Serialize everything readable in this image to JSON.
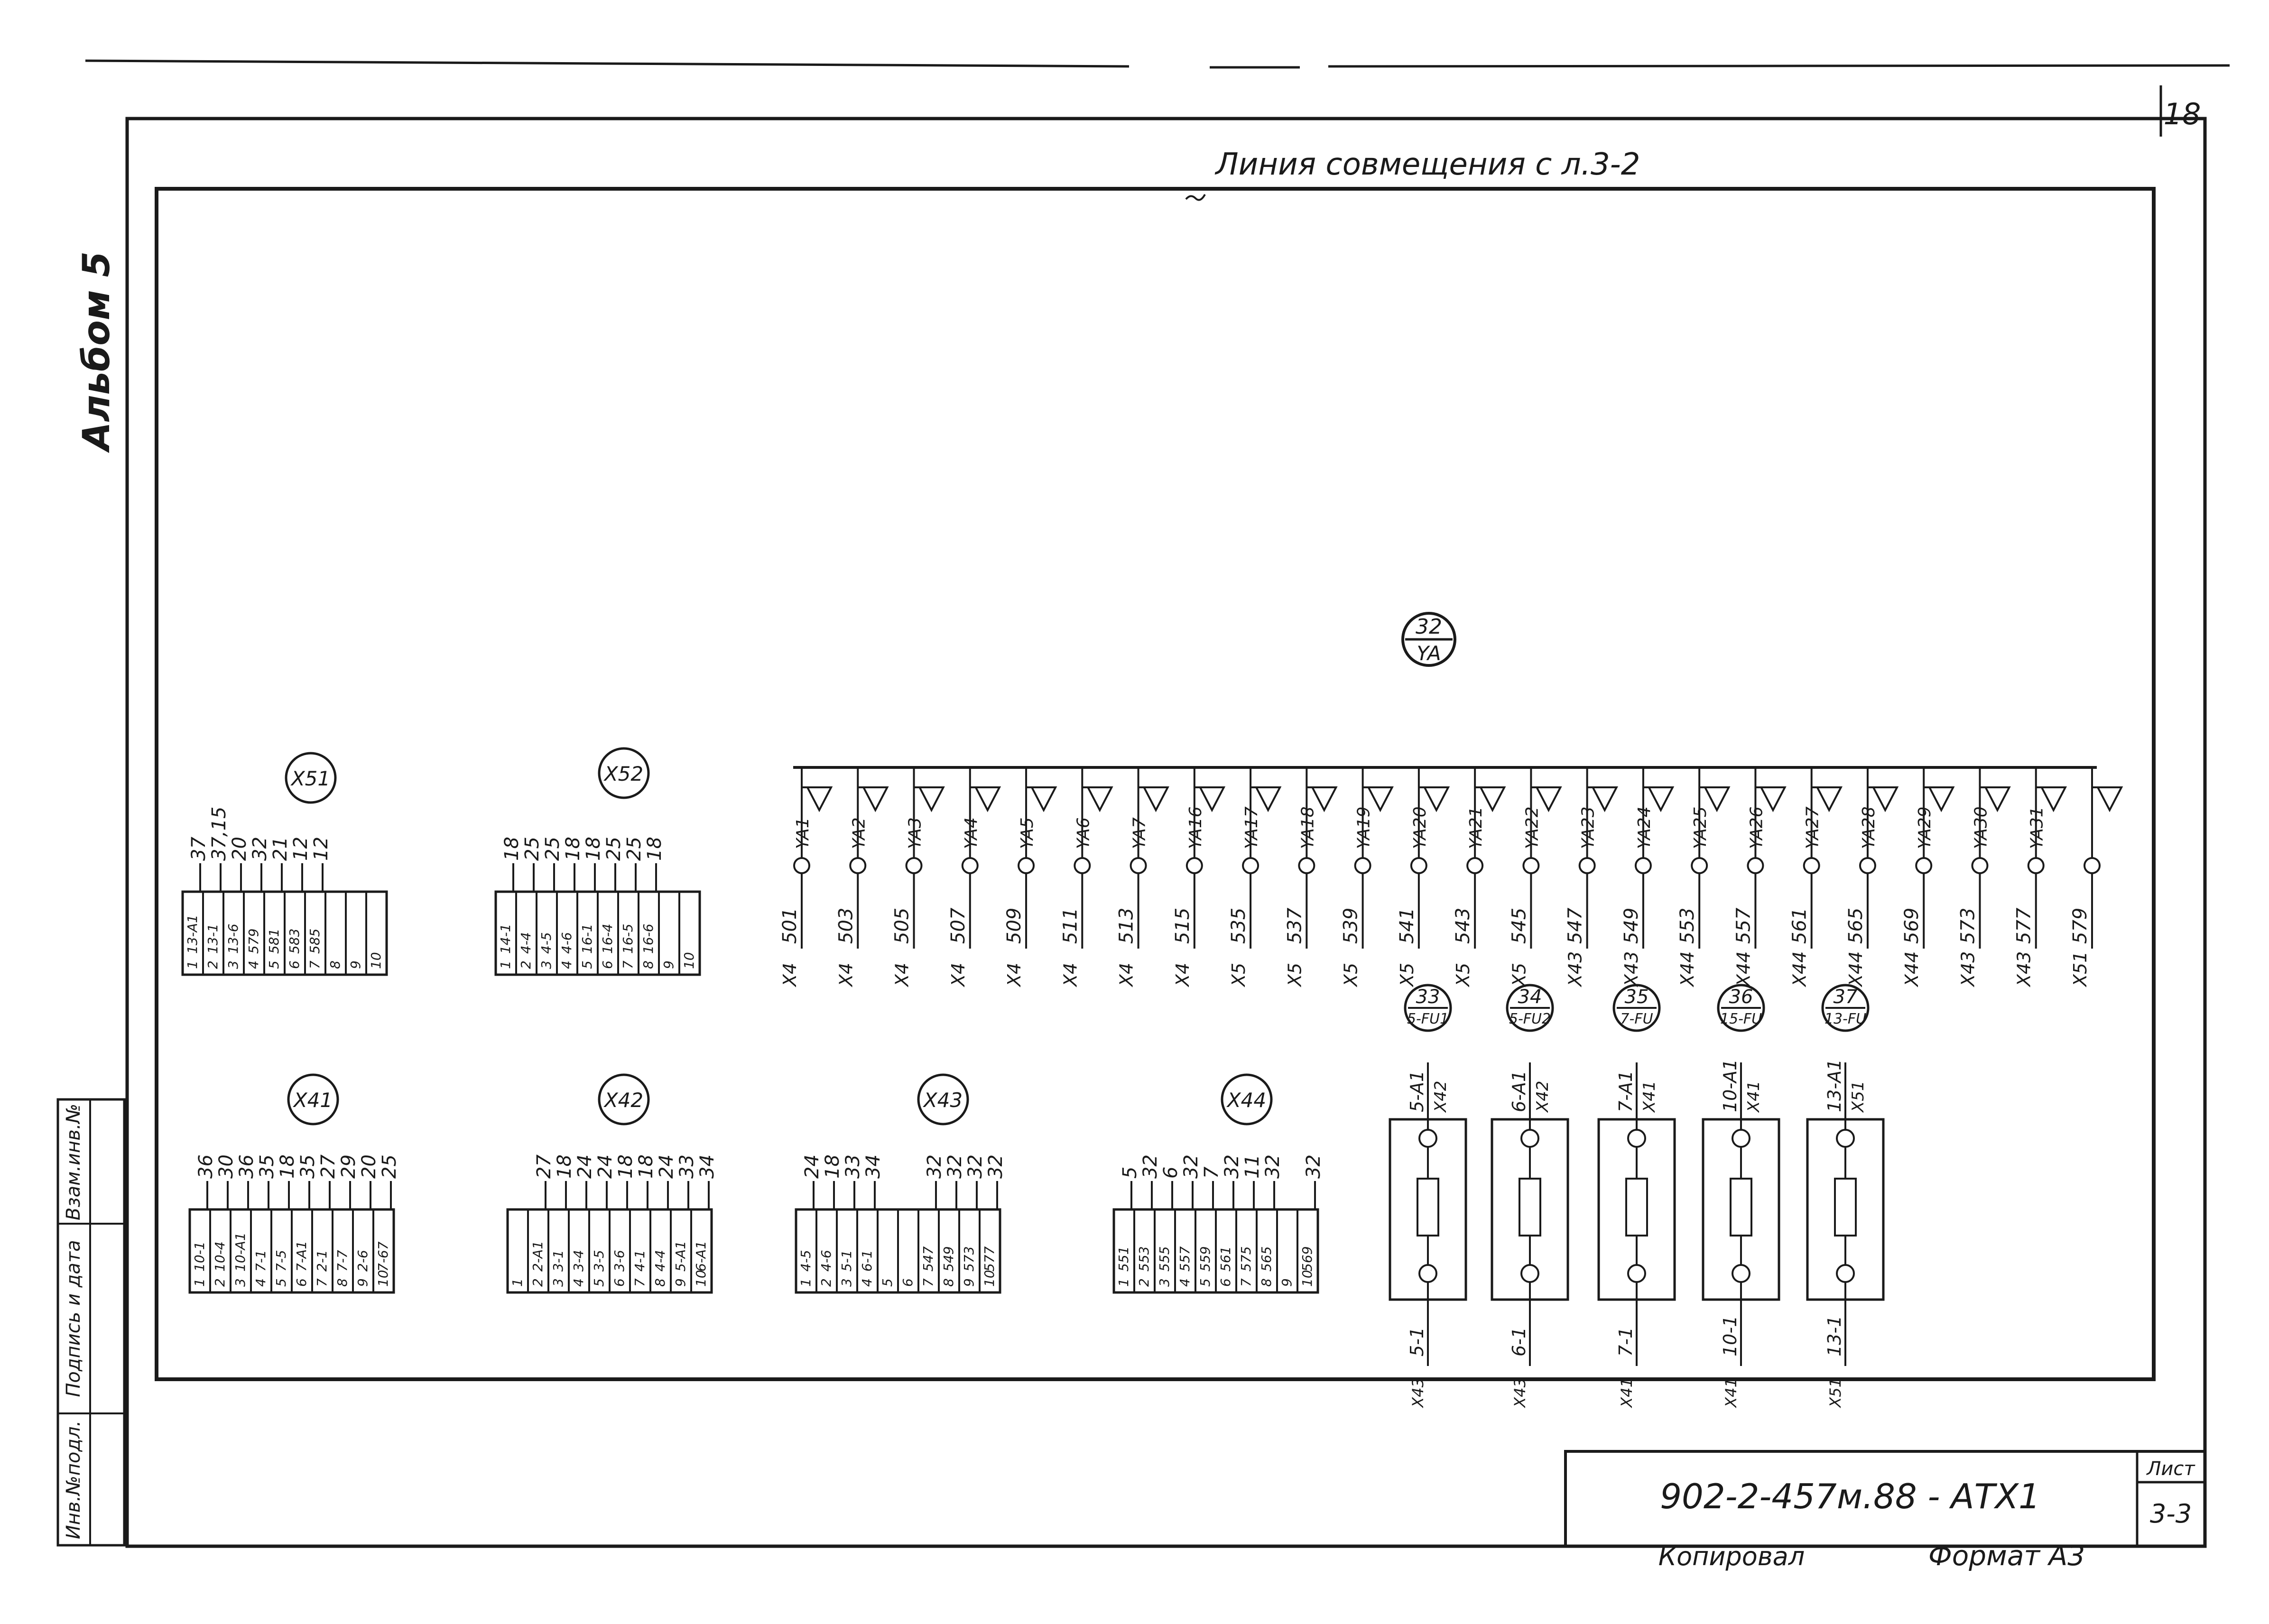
{
  "sheet": {
    "corner_number": "18",
    "album_label": "Альбом 5",
    "match_line": "Линия совмещения с л.3-2",
    "document_code": "902-2-457м.88 - АТХ1",
    "sheet_label": "Лист",
    "sheet_number": "3-3",
    "copied_by": "Копировал",
    "format": "Формат А3",
    "margin_fields": [
      "Инв.№подл.",
      "Подпись и дата",
      "Взам.инв.№"
    ]
  },
  "main_device": {
    "position": "32",
    "code": "YA"
  },
  "valves": [
    {
      "name": "YA1",
      "wire": "501",
      "src": "X4"
    },
    {
      "name": "YA2",
      "wire": "503",
      "src": "X4"
    },
    {
      "name": "YA3",
      "wire": "505",
      "src": "X4"
    },
    {
      "name": "YA4",
      "wire": "507",
      "src": "X4"
    },
    {
      "name": "YA5",
      "wire": "509",
      "src": "X4"
    },
    {
      "name": "YA6",
      "wire": "511",
      "src": "X4"
    },
    {
      "name": "YA7",
      "wire": "513",
      "src": "X4"
    },
    {
      "name": "YA16",
      "wire": "515",
      "src": "X4"
    },
    {
      "name": "YA17",
      "wire": "535",
      "src": "X5"
    },
    {
      "name": "YA18",
      "wire": "537",
      "src": "X5"
    },
    {
      "name": "YA19",
      "wire": "539",
      "src": "X5"
    },
    {
      "name": "YA20",
      "wire": "541",
      "src": "X5"
    },
    {
      "name": "YA21",
      "wire": "543",
      "src": "X5"
    },
    {
      "name": "YA22",
      "wire": "545",
      "src": "X5"
    },
    {
      "name": "YA23",
      "wire": "547",
      "src": "X43"
    },
    {
      "name": "YA24",
      "wire": "549",
      "src": "X43"
    },
    {
      "name": "YA25",
      "wire": "553",
      "src": "X44"
    },
    {
      "name": "YA26",
      "wire": "557",
      "src": "X44"
    },
    {
      "name": "YA27",
      "wire": "561",
      "src": "X44"
    },
    {
      "name": "YA28",
      "wire": "565",
      "src": "X44"
    },
    {
      "name": "YA29",
      "wire": "569",
      "src": "X44"
    },
    {
      "name": "YA30",
      "wire": "573",
      "src": "X43"
    },
    {
      "name": "YA31",
      "wire": "577",
      "src": "X43"
    },
    {
      "name": "",
      "wire": "579",
      "src": "X51"
    }
  ],
  "fuse_units": [
    {
      "position": "33",
      "code": "5-FU1",
      "top_wire": "5-A1",
      "top_src": "X42",
      "bottom_wire": "5-1",
      "bottom_src": "X43"
    },
    {
      "position": "34",
      "code": "5-FU2",
      "top_wire": "6-A1",
      "top_src": "X42",
      "bottom_wire": "6-1",
      "bottom_src": "X43"
    },
    {
      "position": "35",
      "code": "7-FU",
      "top_wire": "7-A1",
      "top_src": "X41",
      "bottom_wire": "7-1",
      "bottom_src": "X41"
    },
    {
      "position": "36",
      "code": "15-FU",
      "top_wire": "10-A1",
      "top_src": "X41",
      "bottom_wire": "10-1",
      "bottom_src": "X41"
    },
    {
      "position": "37",
      "code": "13-FU",
      "top_wire": "13-A1",
      "top_src": "X51",
      "bottom_wire": "13-1",
      "bottom_src": "X51"
    }
  ],
  "terminal_blocks": [
    {
      "name": "X51",
      "rows": [
        [
          "1",
          "13-A1",
          "37"
        ],
        [
          "2",
          "13-1",
          "37,15"
        ],
        [
          "3",
          "13-6",
          "20"
        ],
        [
          "4",
          "579",
          "32"
        ],
        [
          "5",
          "581",
          "21"
        ],
        [
          "6",
          "583",
          "12"
        ],
        [
          "7",
          "585",
          "12"
        ],
        [
          "8",
          "",
          ""
        ],
        [
          "9",
          "",
          ""
        ],
        [
          "10",
          "",
          ""
        ]
      ]
    },
    {
      "name": "X52",
      "rows": [
        [
          "1",
          "14-1",
          "18"
        ],
        [
          "2",
          "4-4",
          "25"
        ],
        [
          "3",
          "4-5",
          "25"
        ],
        [
          "4",
          "4-6",
          "18"
        ],
        [
          "5",
          "16-1",
          "18"
        ],
        [
          "6",
          "16-4",
          "25"
        ],
        [
          "7",
          "16-5",
          "25"
        ],
        [
          "8",
          "16-6",
          "18"
        ],
        [
          "9",
          "",
          ""
        ],
        [
          "10",
          "",
          ""
        ]
      ]
    },
    {
      "name": "X41",
      "rows": [
        [
          "1",
          "10-1",
          "36"
        ],
        [
          "2",
          "10-4",
          "30"
        ],
        [
          "3",
          "10-A1",
          "36"
        ],
        [
          "4",
          "7-1",
          "35"
        ],
        [
          "5",
          "7-5",
          "18"
        ],
        [
          "6",
          "7-A1",
          "35"
        ],
        [
          "7",
          "2-1",
          "27"
        ],
        [
          "8",
          "7-7",
          "29"
        ],
        [
          "9",
          "2-6",
          "20"
        ],
        [
          "10",
          "7-67",
          "25"
        ]
      ]
    },
    {
      "name": "X42",
      "rows": [
        [
          "1",
          "",
          ""
        ],
        [
          "2",
          "2-A1",
          "27"
        ],
        [
          "3",
          "3-1",
          "18"
        ],
        [
          "4",
          "3-4",
          "24"
        ],
        [
          "5",
          "3-5",
          "24"
        ],
        [
          "6",
          "3-6",
          "18"
        ],
        [
          "7",
          "4-1",
          "18"
        ],
        [
          "8",
          "4-4",
          "24"
        ],
        [
          "9",
          "5-A1",
          "33"
        ],
        [
          "10",
          "6-A1",
          "34"
        ]
      ]
    },
    {
      "name": "X43",
      "rows": [
        [
          "1",
          "4-5",
          "24"
        ],
        [
          "2",
          "4-6",
          "18"
        ],
        [
          "3",
          "5-1",
          "33"
        ],
        [
          "4",
          "6-1",
          "34"
        ],
        [
          "5",
          "",
          ""
        ],
        [
          "6",
          "",
          ""
        ],
        [
          "7",
          "547",
          "32"
        ],
        [
          "8",
          "549",
          "32"
        ],
        [
          "9",
          "573",
          "32"
        ],
        [
          "10",
          "577",
          "32"
        ]
      ]
    },
    {
      "name": "X44",
      "rows": [
        [
          "1",
          "551",
          "5"
        ],
        [
          "2",
          "553",
          "32"
        ],
        [
          "3",
          "555",
          "6"
        ],
        [
          "4",
          "557",
          "32"
        ],
        [
          "5",
          "559",
          "7"
        ],
        [
          "6",
          "561",
          "32"
        ],
        [
          "7",
          "575",
          "11"
        ],
        [
          "8",
          "565",
          "32"
        ],
        [
          "9",
          "",
          ""
        ],
        [
          "10",
          "569",
          "32"
        ]
      ]
    }
  ]
}
